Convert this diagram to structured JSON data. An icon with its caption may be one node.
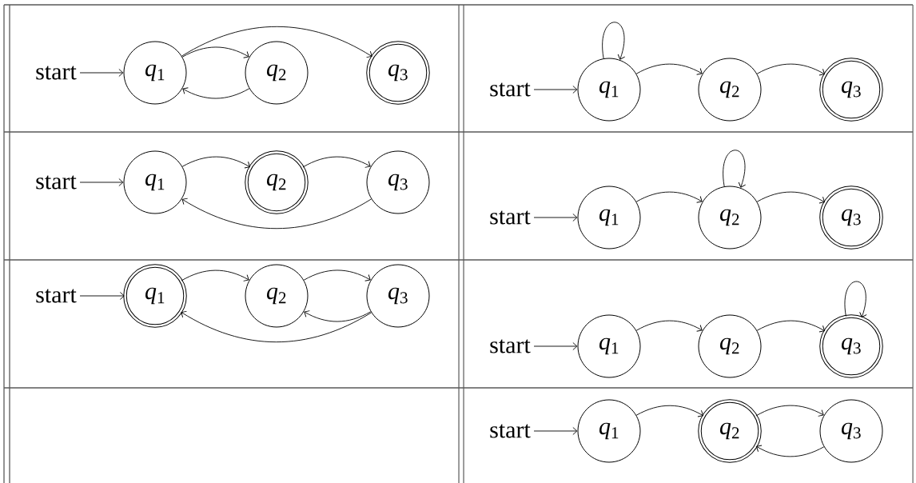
{
  "diagram": {
    "nodes": [
      {
        "text": [
          "start"
        ]
      },
      {
        "text": [
          "*q*$_{1}$"
        ]
      },
      {
        "text": [
          "*q*$_{2}$"
        ]
      },
      {
        "text": [
          "*q*$_{3}$"
        ]
      },
      {
        "text": [
          "start"
        ]
      },
      {
        "text": [
          "*q*$_{1}$"
        ]
      },
      {
        "text": [
          "*q*$_{2}$"
        ]
      },
      {
        "text": [
          "*q*$_{3}$"
        ]
      },
      {
        "text": [
          "start"
        ]
      },
      {
        "text": [
          "*q*$_{1}$"
        ]
      },
      {
        "text": [
          "*q*$_{2}$"
        ]
      },
      {
        "text": [
          "*q*$_{3}$"
        ]
      },
      {
        "text": [
          "start"
        ]
      },
      {
        "text": [
          "*q*$_{1}$"
        ]
      },
      {
        "text": [
          "*q*$_{2}$"
        ]
      },
      {
        "text": [
          "*q*$_{3}$"
        ]
      },
      {
        "text": [
          "start"
        ]
      },
      {
        "text": [
          "*q*$_{1}$"
        ]
      },
      {
        "text": [
          "*q*$_{2}$"
        ]
      },
      {
        "text": [
          "*q*$_{3}$"
        ]
      },
      {
        "text": [
          "start"
        ]
      },
      {
        "text": [
          "*q*$_{1}$"
        ]
      },
      {
        "text": [
          "*q*$_{2}$"
        ]
      },
      {
        "text": [
          "*q*$_{3}$"
        ]
      },
      {
        "text": [
          "start"
        ]
      },
      {
        "text": [
          "*q*$_{1}$"
        ]
      },
      {
        "text": [
          "*q*$_{2}$"
        ]
      },
      {
        "text": [
          "*q*$_{3}$"
        ]
      }
    ],
    "edges": [
      {
        "from": 0,
        "to": 1,
        "arrow": "to"
      },
      {
        "from": 1,
        "to": 2,
        "arrow": "to"
      },
      {
        "from": 2,
        "to": 1,
        "arrow": "to"
      },
      {
        "from": 1,
        "to": 3,
        "arrow": "to"
      },
      {
        "from": 4,
        "to": 5,
        "arrow": "to"
      },
      {
        "from": 5,
        "to": 5,
        "arrow": "to"
      },
      {
        "from": 5,
        "to": 6,
        "arrow": "to"
      },
      {
        "from": 6,
        "to": 7,
        "arrow": "to"
      },
      {
        "from": 8,
        "to": 9,
        "arrow": "to"
      },
      {
        "from": 9,
        "to": 10,
        "arrow": "to"
      },
      {
        "from": 10,
        "to": 11,
        "arrow": "to"
      },
      {
        "from": 11,
        "to": 9,
        "arrow": "to"
      },
      {
        "from": 12,
        "to": 13,
        "arrow": "to"
      },
      {
        "from": 13,
        "to": 14,
        "arrow": "to"
      },
      {
        "from": 14,
        "to": 14,
        "arrow": "to"
      },
      {
        "from": 14,
        "to": 15,
        "arrow": "to"
      },
      {
        "from": 16,
        "to": 17,
        "arrow": "to"
      },
      {
        "from": 17,
        "to": 18,
        "arrow": "to"
      },
      {
        "from": 18,
        "to": 19,
        "arrow": "to"
      },
      {
        "from": 19,
        "to": 18,
        "arrow": "to"
      },
      {
        "from": 19,
        "to": 17,
        "arrow": "to"
      },
      {
        "from": 20,
        "to": 21,
        "arrow": "to"
      },
      {
        "from": 21,
        "to": 22,
        "arrow": "to"
      },
      {
        "from": 22,
        "to": 23,
        "arrow": "to"
      },
      {
        "from": 23,
        "to": 23,
        "arrow": "to"
      },
      {
        "from": 24,
        "to": 25,
        "arrow": "to"
      },
      {
        "from": 25,
        "to": 26,
        "arrow": "to"
      },
      {
        "from": 26,
        "to": 27,
        "arrow": "to"
      },
      {
        "from": 27,
        "to": 26,
        "arrow": "to"
      }
    ]
  }
}
